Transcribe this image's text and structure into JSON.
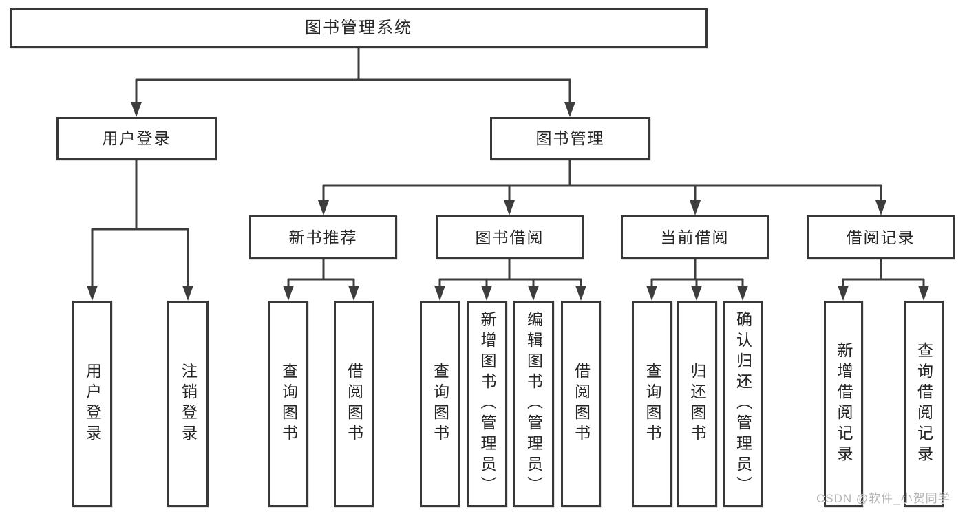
{
  "diagram_title": "图书管理系统",
  "colors": {
    "line": "#3d3d3d",
    "box_border": "#383838",
    "box_fill": "#ffffff",
    "text": "#262626",
    "watermark_text": "#b5b5b5"
  },
  "tree": {
    "label": "图书管理系统",
    "children": [
      {
        "label": "用户登录",
        "children": [
          {
            "label": "用户登录"
          },
          {
            "label": "注销登录"
          }
        ]
      },
      {
        "label": "图书管理",
        "children": [
          {
            "label": "新书推荐",
            "children": [
              {
                "label": "查询图书"
              },
              {
                "label": "借阅图书"
              }
            ]
          },
          {
            "label": "图书借阅",
            "children": [
              {
                "label": "查询图书"
              },
              {
                "label": "新增图书（管理员）"
              },
              {
                "label": "编辑图书（管理员）"
              },
              {
                "label": "借阅图书"
              }
            ]
          },
          {
            "label": "当前借阅",
            "children": [
              {
                "label": "查询图书"
              },
              {
                "label": "归还图书"
              },
              {
                "label": "确认归还（管理员）"
              }
            ]
          },
          {
            "label": "借阅记录",
            "children": [
              {
                "label": "新增借阅记录"
              },
              {
                "label": "查询借阅记录"
              }
            ]
          }
        ]
      }
    ]
  },
  "watermark": "CSDN @软件_小贺同学"
}
